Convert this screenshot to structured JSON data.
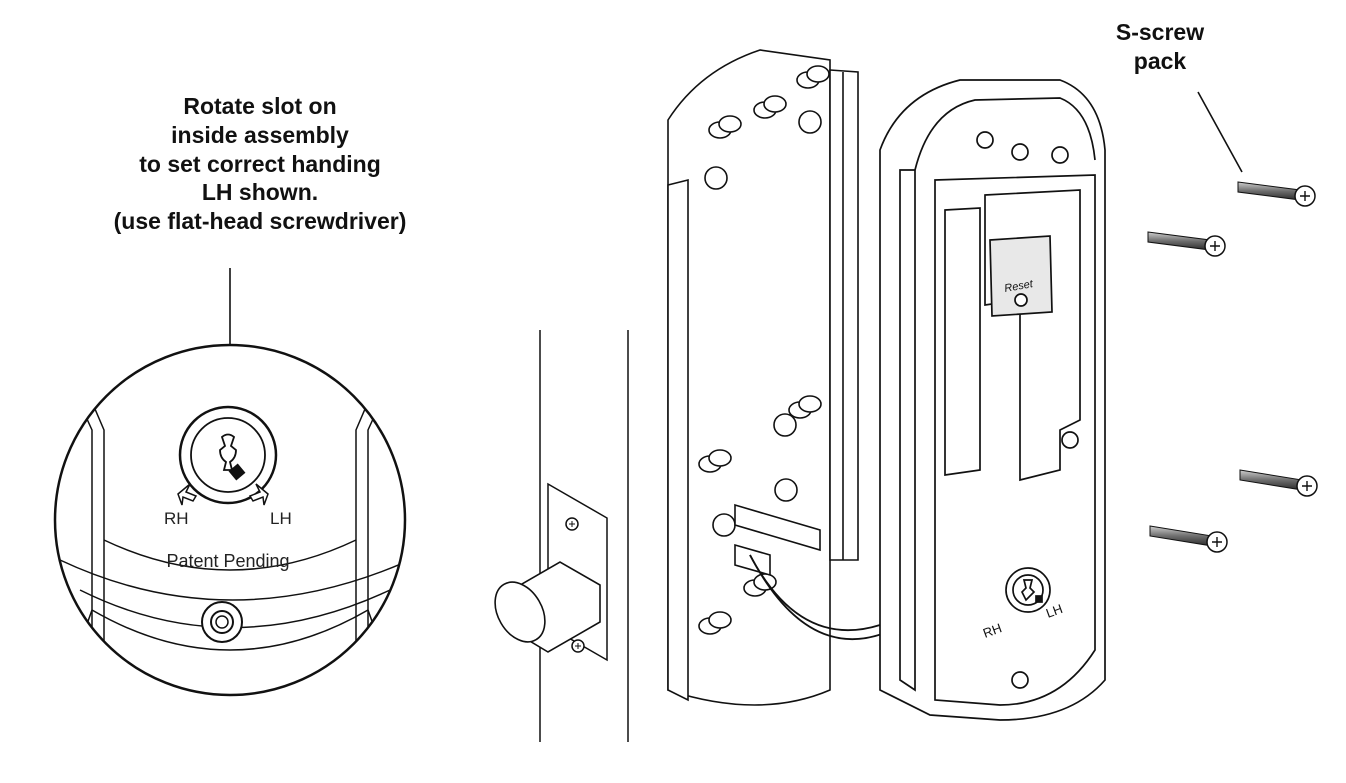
{
  "callouts": {
    "handing_instruction": [
      "Rotate slot on",
      "inside assembly",
      "to set correct handing",
      "LH shown.",
      "(use flat-head screwdriver)"
    ],
    "screw_pack": [
      "S-screw",
      "pack"
    ]
  },
  "detail": {
    "rh_label": "RH",
    "lh_label": "LH",
    "patent_text": "Patent Pending"
  },
  "assembly": {
    "reset_label": "Reset",
    "rh_label": "RH",
    "lh_label": "LH"
  }
}
